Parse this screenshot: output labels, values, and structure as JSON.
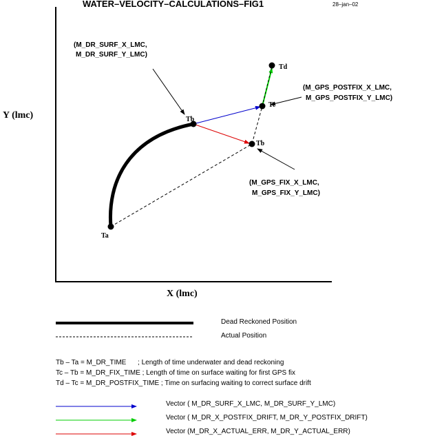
{
  "title": "WATER–VELOCITY–CALCULATIONS–FIG1",
  "date": "28–jan–02",
  "axes": {
    "y_label": "Y (lmc)",
    "x_label": "X (lmc)"
  },
  "points": {
    "ta": "Ta",
    "tb_surf": "Tb",
    "tb_fix": "Tb",
    "tc": "Tc",
    "td": "Td"
  },
  "annotations": {
    "surf": [
      "(M_DR_SURF_X_LMC,",
      "M_DR_SURF_Y_LMC)"
    ],
    "postfix": [
      "(M_GPS_POSTFIX_X_LMC,",
      "M_GPS_POSTFIX_Y_LMC)"
    ],
    "fix": [
      "(M_GPS_FIX_X_LMC,",
      "M_GPS_FIX_Y_LMC)"
    ]
  },
  "legend": {
    "dead_reckoned": "Dead Reckoned Position",
    "actual": "Actual Position"
  },
  "equations": [
    "Tb – Ta = M_DR_TIME      ; Length of time underwater and dead reckoning",
    "Tc – Tb = M_DR_FIX_TIME ; Length of time on surface waiting for first GPS fix",
    "Td – Tc = M_DR_POSTFIX_TIME ; Time on surfacing waiting to correct surface drift"
  ],
  "vectors": [
    {
      "label": "Vector ( M_DR_SURF_X_LMC, M_DR_SURF_Y_LMC)",
      "color": "#0000cc"
    },
    {
      "label": "Vector ( M_DR_X_POSTFIX_DRIFT, M_DR_Y_POSTFIX_DRIFT)",
      "color": "#00cc00"
    },
    {
      "label": "Vector (M_DR_X_ACTUAL_ERR, M_DR_Y_ACTUAL_ERR)",
      "color": "#dd0000"
    }
  ]
}
